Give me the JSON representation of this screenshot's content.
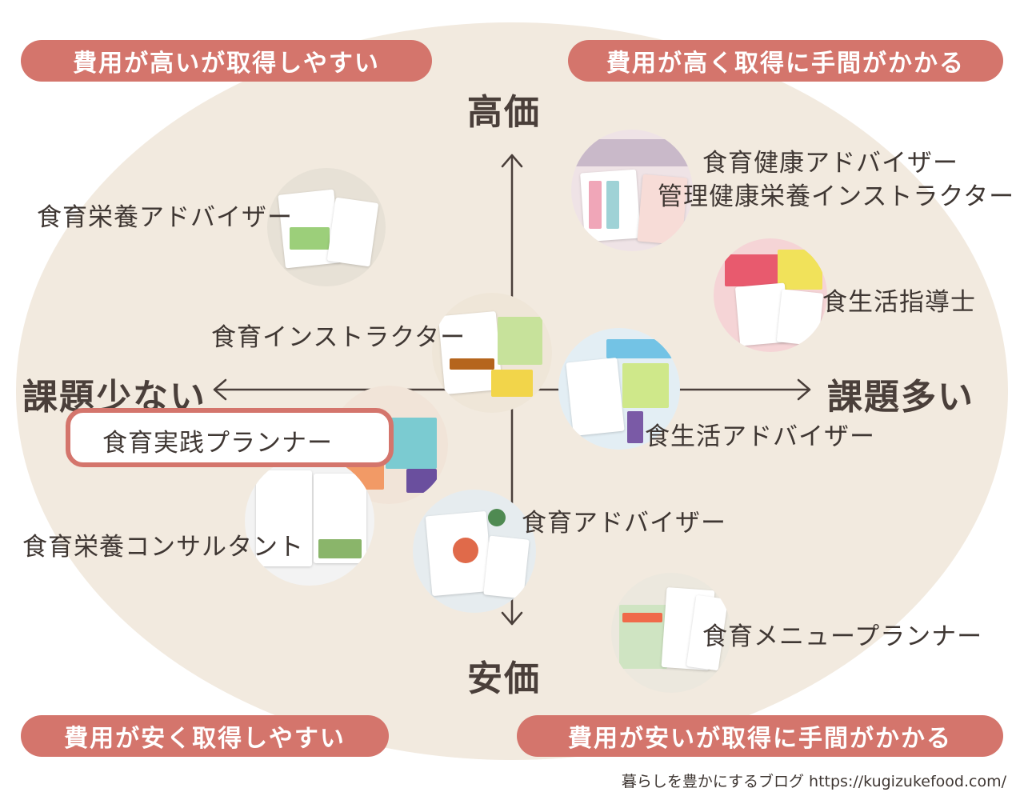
{
  "quadrants": {
    "top_left": "費用が高いが取得しやすい",
    "top_right": "費用が高く取得に手間がかかる",
    "bottom_left": "費用が安く取得しやすい",
    "bottom_right": "費用が安いが取得に手間がかかる"
  },
  "axes": {
    "top": "高価",
    "bottom": "安価",
    "left": "課題少ない",
    "right": "課題多い"
  },
  "items": {
    "nutrition_advisor": "食育栄養アドバイザー",
    "health_advisor": "食育健康アドバイザー",
    "health_instructor": "管理健康栄養インストラクター",
    "diet_coach": "食生活指導士",
    "instructor": "食育インストラクター",
    "life_advisor": "食生活アドバイザー",
    "practice_planner": "食育実践プランナー",
    "nutrition_consultant": "食育栄養コンサルタント",
    "advisor": "食育アドバイザー",
    "menu_planner": "食育メニュープランナー"
  },
  "colors": {
    "accent": "#d4756c",
    "background": "#f2eadf",
    "text": "#4a3f3a"
  },
  "footer": "暮らしを豊かにするブログ https://kugizukefood.com/"
}
